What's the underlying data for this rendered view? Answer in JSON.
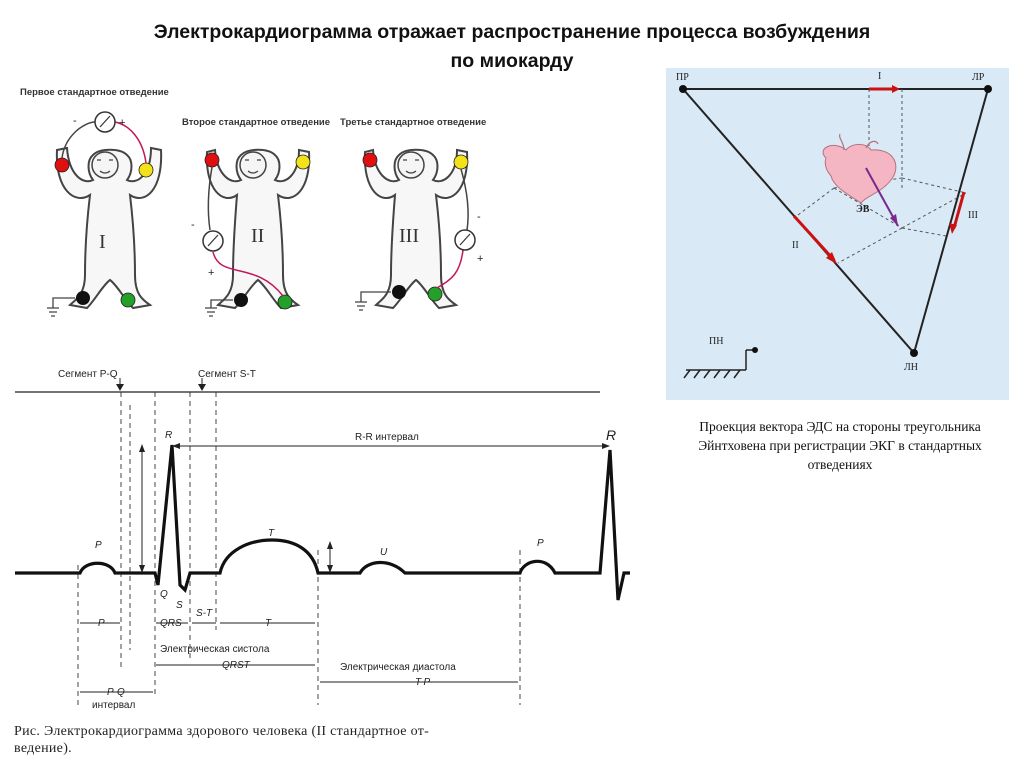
{
  "title": {
    "line1": "Электрокардиограмма отражает распространение процесса возбуждения",
    "line2": "по миокарду"
  },
  "leads": {
    "first": "Первое стандартное отведение",
    "second": "Второе стандартное отведение",
    "third": "Третье стандартное отведение",
    "numeral_1": "I",
    "numeral_2": "II",
    "numeral_3": "III",
    "minus": "-",
    "plus": "+"
  },
  "triangle": {
    "pr": "ПР",
    "lr": "ЛР",
    "ln": "ЛН",
    "pn": "ПН",
    "ev": "ЭВ",
    "side_1": "I",
    "side_2": "II",
    "side_3": "III",
    "caption": "Проекция вектора ЭДС на стороны треугольника Эйнтховена при регистрации ЭКГ в стандартных отведениях"
  },
  "ecg": {
    "segment_pq": "Сегмент P-Q",
    "segment_st": "Сегмент S-T",
    "rr_interval": "R-R интервал",
    "r": "R",
    "r2": "R",
    "p": "P",
    "p2": "P",
    "t": "T",
    "u": "U",
    "q": "Q",
    "s": "S",
    "p_dur": "P",
    "qrs_dur": "QRS",
    "st_dur": "S-T",
    "t_dur": "T",
    "systole": "Электрическая систола",
    "qrst": "QRST",
    "diastole": "Электрическая диастола",
    "tp": "T-P",
    "pq": "P-Q",
    "pq_interval": "интервал",
    "caption_line1": "Рис.   Электрокардиограмма здорового человека (II стандартное от-",
    "caption_line2": "ведение)."
  },
  "colors": {
    "panel_bg": "#d9e9f6",
    "vector_red": "#cc1111",
    "vector_purple": "#7a2a8c",
    "electrode_red": "#e01010",
    "electrode_yellow": "#f3e21a",
    "electrode_green": "#22a02a",
    "electrode_black": "#111111",
    "wire_pink": "#c2185b"
  }
}
